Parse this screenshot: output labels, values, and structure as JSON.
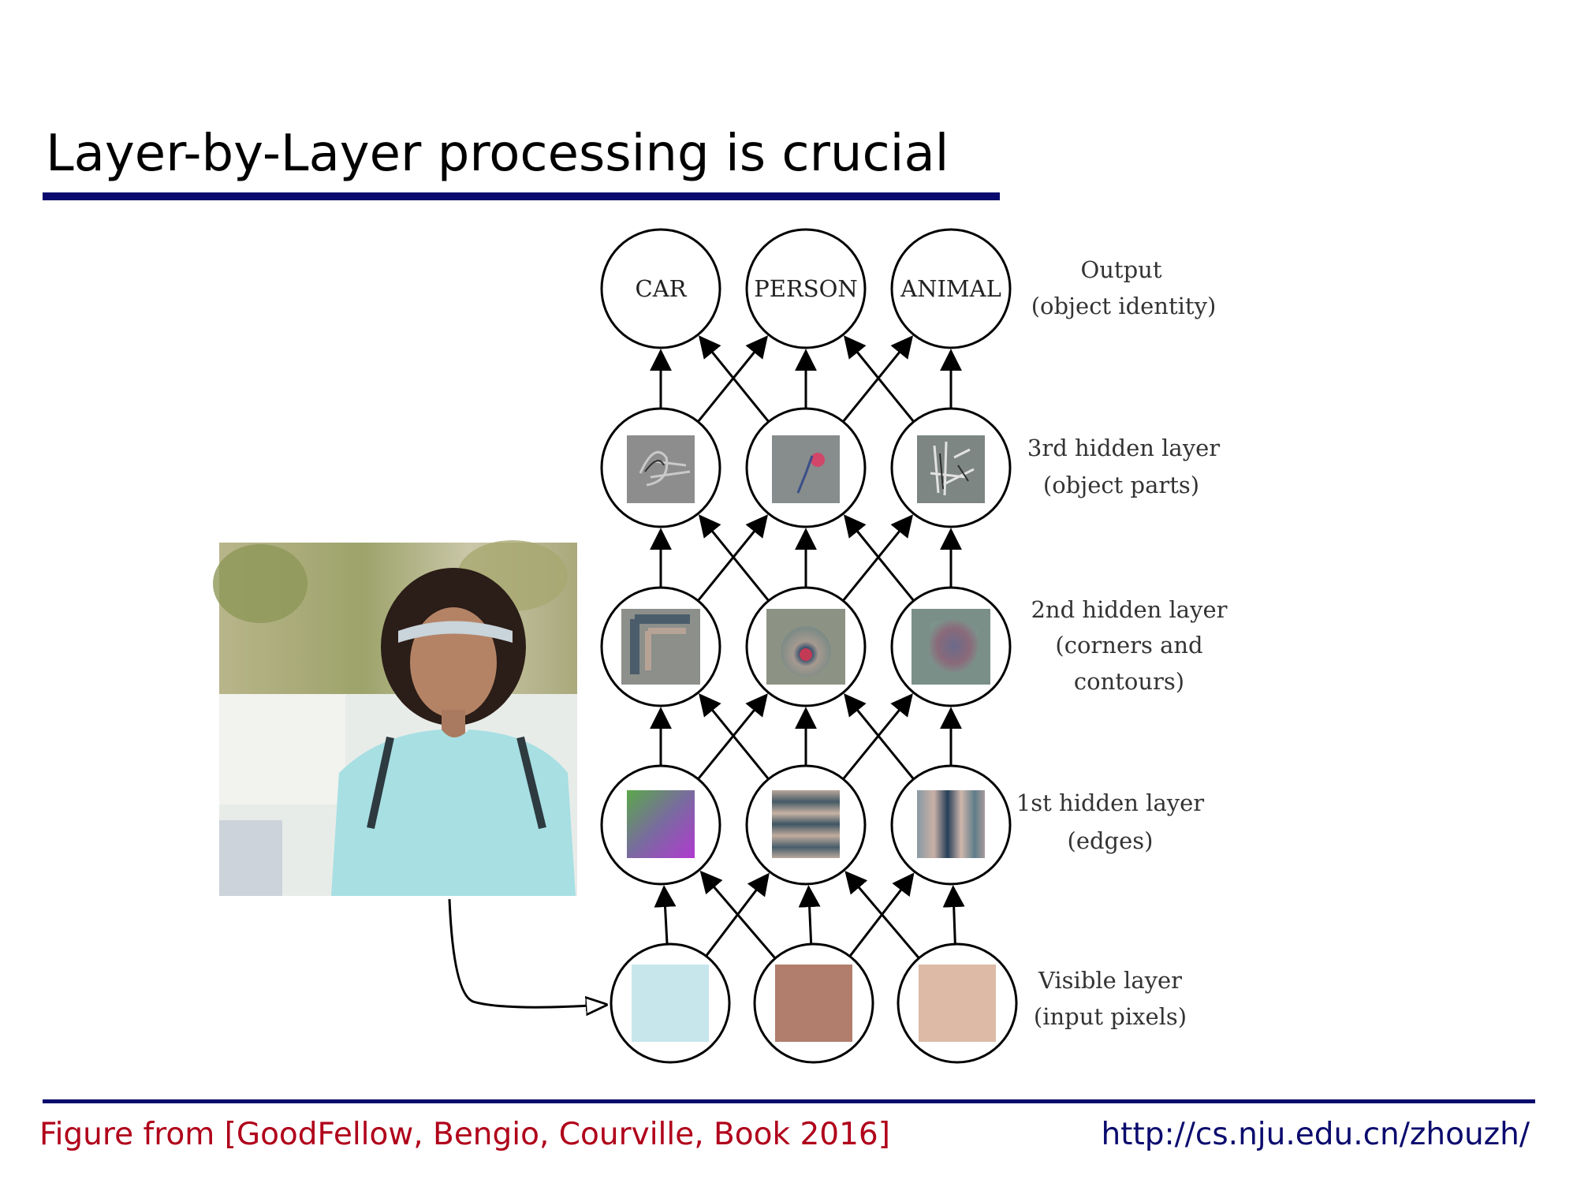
{
  "slide": {
    "title": "Layer-by-Layer processing is crucial",
    "footer_citation": "Figure from [GoodFellow, Bengio, Courville, Book 2016]",
    "footer_url": "http://cs.nju.edu.cn/zhouzh/"
  },
  "diagram": {
    "output_nodes": [
      "CAR",
      "PERSON",
      "ANIMAL"
    ],
    "layers": [
      {
        "id": "output",
        "line1": "Output",
        "line2": "(object identity)",
        "line3": ""
      },
      {
        "id": "hidden3",
        "line1": "3rd hidden layer",
        "line2": "(object parts)",
        "line3": ""
      },
      {
        "id": "hidden2",
        "line1": "2nd hidden layer",
        "line2": "(corners and",
        "line3": "contours)"
      },
      {
        "id": "hidden1",
        "line1": "1st hidden layer",
        "line2": "(edges)",
        "line3": ""
      },
      {
        "id": "visible",
        "line1": "Visible layer",
        "line2": "(input pixels)",
        "line3": ""
      }
    ],
    "visible_pixel_colors": [
      "#c6e6ec",
      "#b17d6d",
      "#dcbaa6"
    ],
    "colors": {
      "title_rule": "#0a0a6e",
      "footer_citation": "#b0001a",
      "footer_url": "#0a0a6e"
    }
  }
}
